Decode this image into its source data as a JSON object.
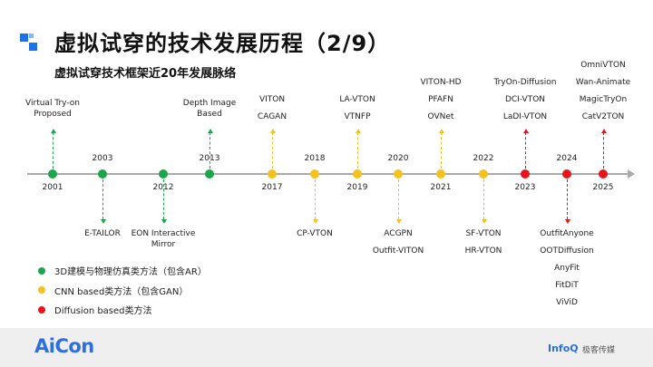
{
  "header": {
    "title": "虚拟试穿的技术发展历程（2/9）",
    "subtitle": "虚拟试穿技术框架近20年发展脉络"
  },
  "colors": {
    "green": "#1ca64a",
    "yellow": "#f5c11d",
    "red": "#e8141b",
    "accent": "#1a73e8"
  },
  "timeline": [
    {
      "year": "2001",
      "cat": "green",
      "dir": "up",
      "labels": [
        "Virtual Try-on",
        "Proposed"
      ]
    },
    {
      "year": "2003",
      "cat": "green",
      "dir": "down",
      "labels": [
        "E-TAILOR"
      ]
    },
    {
      "year": "2012",
      "cat": "green",
      "dir": "down",
      "labels": [
        "EON Interactive",
        "Mirror"
      ]
    },
    {
      "year": "2013",
      "cat": "green",
      "dir": "up",
      "labels": [
        "Depth Image",
        "Based"
      ]
    },
    {
      "year": "2017",
      "cat": "yellow",
      "dir": "up",
      "labels": [
        "VITON",
        "CAGAN"
      ]
    },
    {
      "year": "2018",
      "cat": "yellow",
      "dir": "down",
      "labels": [
        "CP-VTON"
      ]
    },
    {
      "year": "2019",
      "cat": "yellow",
      "dir": "up",
      "labels": [
        "LA-VTON",
        "VTNFP"
      ]
    },
    {
      "year": "2020",
      "cat": "yellow",
      "dir": "down",
      "labels": [
        "ACGPN",
        "Outfit-VITON"
      ]
    },
    {
      "year": "2021",
      "cat": "yellow",
      "dir": "up",
      "labels": [
        "VITON-HD",
        "PFAFN",
        "OVNet"
      ]
    },
    {
      "year": "2022",
      "cat": "yellow",
      "dir": "down",
      "labels": [
        "SF-VTON",
        "HR-VTON"
      ]
    },
    {
      "year": "2023",
      "cat": "red",
      "dir": "up",
      "labels": [
        "TryOn-Diffusion",
        "DCI-VTON",
        "LaDI-VTON"
      ]
    },
    {
      "year": "2024",
      "cat": "red",
      "dir": "down",
      "labels": [
        "OutfitAnyone",
        "OOTDiffusion",
        "AnyFit",
        "FitDiT",
        "ViViD"
      ]
    },
    {
      "year": "2025",
      "cat": "red",
      "dir": "up",
      "labels": [
        "OmniVTON",
        "Wan-Animate",
        "MagicTryOn",
        "CatV2TON"
      ]
    }
  ],
  "legend": [
    {
      "cat": "green",
      "label": "3D建模与物理仿真类方法（包含AR）"
    },
    {
      "cat": "yellow",
      "label": "CNN based类方法（包含GAN）"
    },
    {
      "cat": "red",
      "label": "Diffusion based类方法"
    }
  ],
  "footer": {
    "left_logo": "AiCon",
    "right_logo": "InfoQ",
    "right_logo_cn": "极客传媒"
  }
}
